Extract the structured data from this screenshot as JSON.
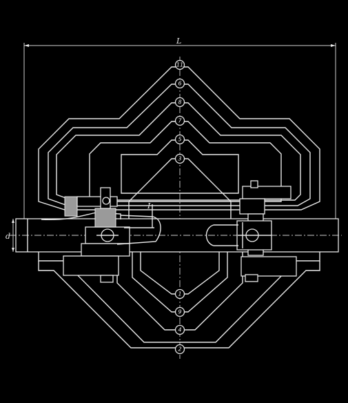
{
  "labels": {
    "overall_length": "L",
    "pipe_diameter": "d",
    "section_mark": "I"
  },
  "position_numbers": [
    "11",
    "6",
    "8",
    "7",
    "5",
    "3",
    "1",
    "9",
    "4",
    "2"
  ]
}
